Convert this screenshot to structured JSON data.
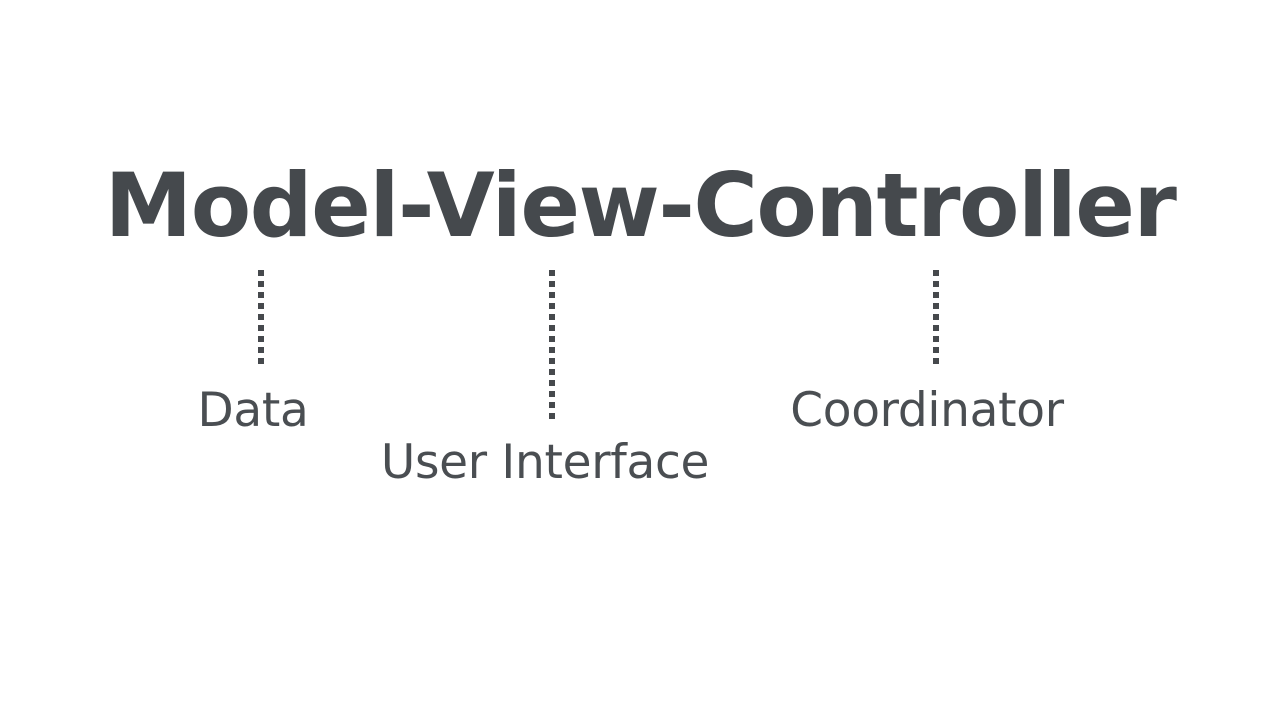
{
  "slide": {
    "background_color": "#ffffff",
    "title": "Model-View-Controller",
    "title_color": "#45494d",
    "label_color": "#4a4e52",
    "connector_color": "#46494d"
  },
  "concepts": [
    {
      "term": "Model",
      "label": "Data",
      "connector": "dotted-vertical-line"
    },
    {
      "term": "View",
      "label": "User Interface",
      "connector": "dotted-vertical-line"
    },
    {
      "term": "Controller",
      "label": "Coordinator",
      "connector": "dotted-vertical-line"
    }
  ]
}
